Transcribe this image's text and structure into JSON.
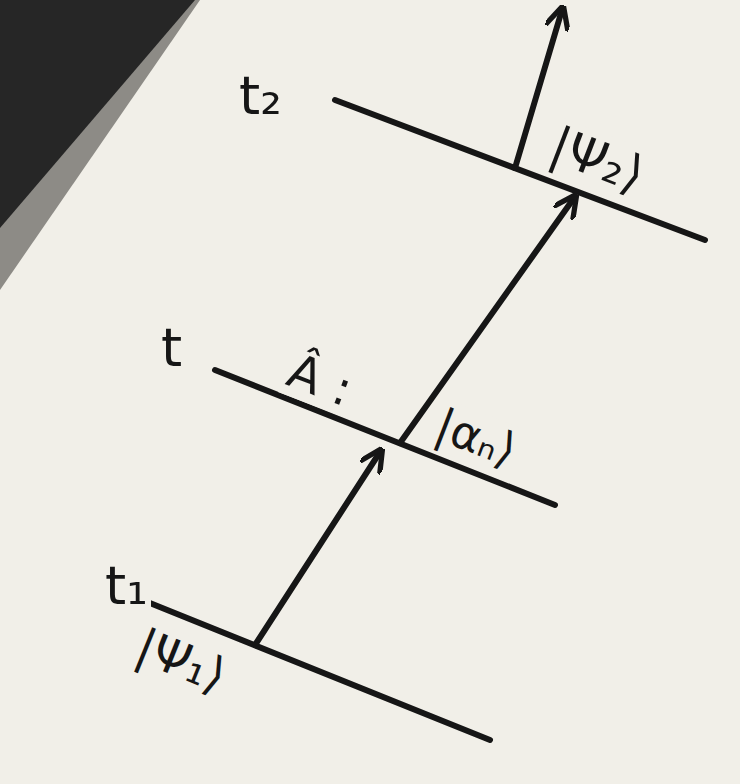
{
  "diagram": {
    "labels": [
      "t₂",
      "|Ψ₂⟩",
      "t",
      "Â :",
      "|αₙ⟩",
      "t₁",
      "|Ψ₁⟩"
    ]
  }
}
